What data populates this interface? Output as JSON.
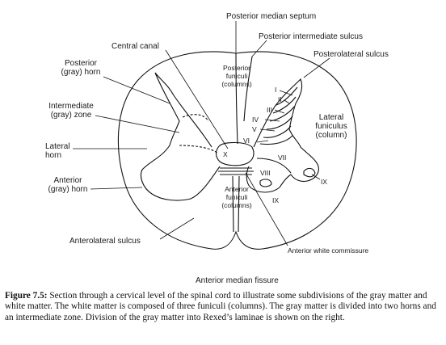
{
  "labels": {
    "posterior_median_septum": "Posterior median septum",
    "posterior_intermediate_sulcus": "Posterior intermediate sulcus",
    "posterolateral_sulcus": "Posterolateral sulcus",
    "central_canal": "Central canal",
    "posterior_horn": [
      "Posterior",
      "(gray) horn"
    ],
    "intermediate_zone": [
      "Intermediate",
      "(gray) zone"
    ],
    "lateral_horn": [
      "Lateral",
      "horn"
    ],
    "anterior_horn": [
      "Anterior",
      "(gray) horn"
    ],
    "anterolateral_sulcus": "Anterolateral sulcus",
    "anterior_median_fissure": "Anterior median fissure",
    "anterior_white_commissure": "Anterior white commissure",
    "posterior_funiculi": [
      "Posterior",
      "funiculi",
      "(columns)"
    ],
    "lateral_funiculus": [
      "Lateral",
      "funiculus",
      "(column)"
    ],
    "anterior_funiculi": [
      "Anterior",
      "funiculi",
      "(columns)"
    ]
  },
  "laminae": [
    "I",
    "II",
    "III",
    "IV",
    "V",
    "VI",
    "VII",
    "VIII",
    "IX",
    "IX",
    "X"
  ],
  "caption": {
    "figure_label": "Figure 7.5:",
    "text": " Section through a cervical level of the spinal cord to illustrate some subdivisions of the gray matter and white matter. The white matter is composed of three funiculi (columns). The gray matter is divided into two horns and an intermediate zone. Division of the gray matter into Rexed’s laminae is shown on the right."
  }
}
